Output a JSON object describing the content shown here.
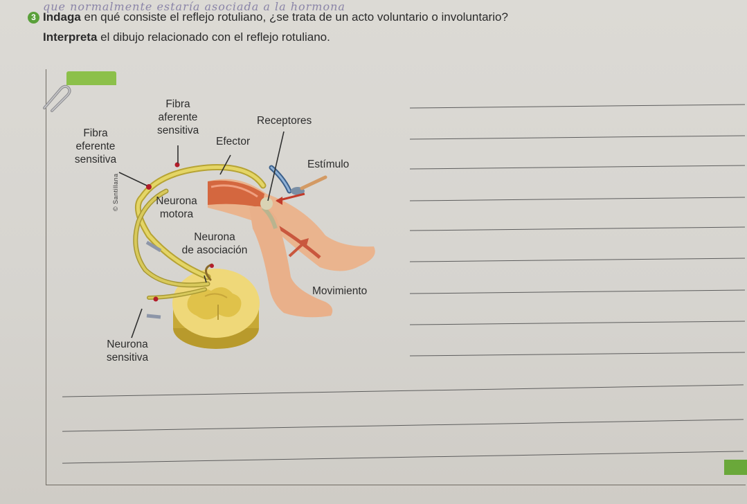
{
  "handwritten_note": "que normalmente estaría asociada a la hormona",
  "question": {
    "number": "3",
    "line1_bold": "Indaga",
    "line1_text": " en qué consiste el reflejo rotuliano, ¿se trata de un acto voluntario o involuntario?",
    "line2_bold": "Interpreta",
    "line2_text": " el dibujo relacionado con el reflejo rotuliano."
  },
  "figure": {
    "labels": {
      "fibra_aferente": "Fibra\naferente\nsensitiva",
      "fibra_eferente": "Fibra\neferente\nsensitiva",
      "receptores": "Receptores",
      "efector": "Efector",
      "estimulo": "Estímulo",
      "neurona_motora": "Neurona\nmotora",
      "neurona_asociacion": "Neurona\nde asociación",
      "movimiento": "Movimiento",
      "neurona_sensitiva": "Neurona\nsensitiva"
    },
    "publisher": "© Santillana"
  },
  "colors": {
    "accent_green": "#5aa03a",
    "tab_green": "#8cc04a",
    "nerve_yellow": "#c9b94a",
    "skin": "#e8b48c",
    "muscle": "#c9573e"
  }
}
